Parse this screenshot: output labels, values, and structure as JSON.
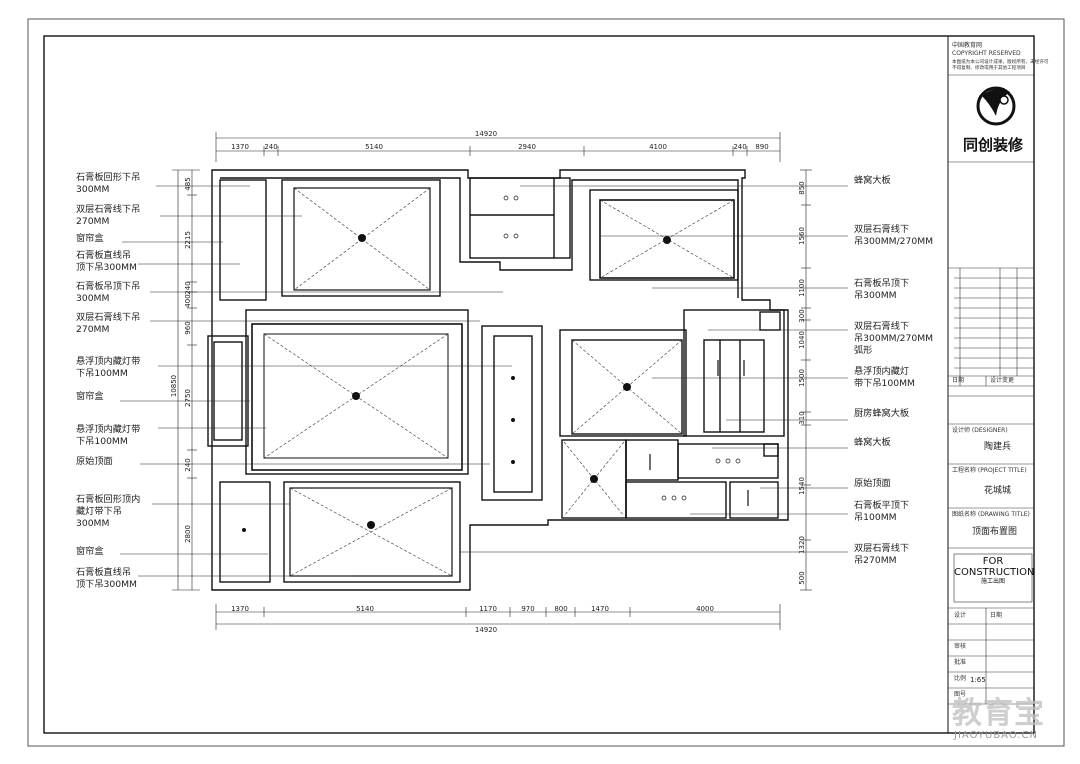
{
  "drawing": {
    "overall_width": "14920",
    "overall_height": "10850",
    "top_dims": [
      "1370",
      "240",
      "5140",
      "2940",
      "4100",
      "240",
      "890"
    ],
    "bottom_dims": [
      "1370",
      "5140",
      "1170",
      "970",
      "800",
      "1470",
      "4000"
    ],
    "left_dims": [
      "485",
      "2215",
      "240",
      "400",
      "960",
      "2750",
      "240",
      "2800"
    ],
    "right_dims": [
      "850",
      "1560",
      "1100",
      "300",
      "1040",
      "1500",
      "310",
      "1540",
      "1320",
      "500"
    ]
  },
  "left_labels": [
    "石膏板回形下吊\n300MM",
    "双层石膏线下吊\n270MM",
    "窗帘盒",
    "石膏板直线吊\n顶下吊300MM",
    "石膏板吊顶下吊\n300MM",
    "双层石膏线下吊\n270MM",
    "悬浮顶内藏灯带\n下吊100MM",
    "窗帘盒",
    "悬浮顶内藏灯带\n下吊100MM",
    "原始顶面",
    "石膏板回形顶内\n藏灯带下吊\n300MM",
    "窗帘盒",
    "石膏板直线吊\n顶下吊300MM"
  ],
  "right_labels": [
    "蜂窝大板",
    "双层石膏线下\n吊300MM/270MM",
    "石膏板吊顶下\n吊300MM",
    "双层石膏线下\n吊300MM/270MM\n弧形",
    "悬浮顶内藏灯\n带下吊100MM",
    "厨房蜂窝大板",
    "蜂窝大板",
    "原始顶面",
    "石膏板平顶下\n吊100MM",
    "双层石膏线下\n吊270MM"
  ],
  "title_block": {
    "company_small": "中国教育网\nCOPYRIGHT RESERVED",
    "note_small": "本图纸为本公司设计成果，版权所有，未经许可\n不得复制、修改或用于其他工程项目",
    "logo_text": "同创装修",
    "designer_label": "设计师 (DESIGNER)",
    "designer_value": "陶建兵",
    "project_label": "工程名称 (PROJECT TITLE)",
    "project_value": "花城城",
    "drawing_label": "图纸名称 (DRAWING TITLE)",
    "drawing_value": "顶面布置图",
    "stamp_line1": "FOR",
    "stamp_line2": "CONSTRUCTION",
    "stamp_line3": "施工出图",
    "rows": [
      {
        "a": "设计",
        "b": "日期"
      },
      {
        "a": "审核",
        "b": ""
      },
      {
        "a": "批准",
        "b": ""
      },
      {
        "a": "比例",
        "b": "1:65"
      },
      {
        "a": "图号",
        "b": ""
      }
    ],
    "small_left": "日期",
    "small_right": "设计变更"
  },
  "watermark": {
    "text": "教育宝",
    "url": "JIAOYUBAO.CN"
  }
}
